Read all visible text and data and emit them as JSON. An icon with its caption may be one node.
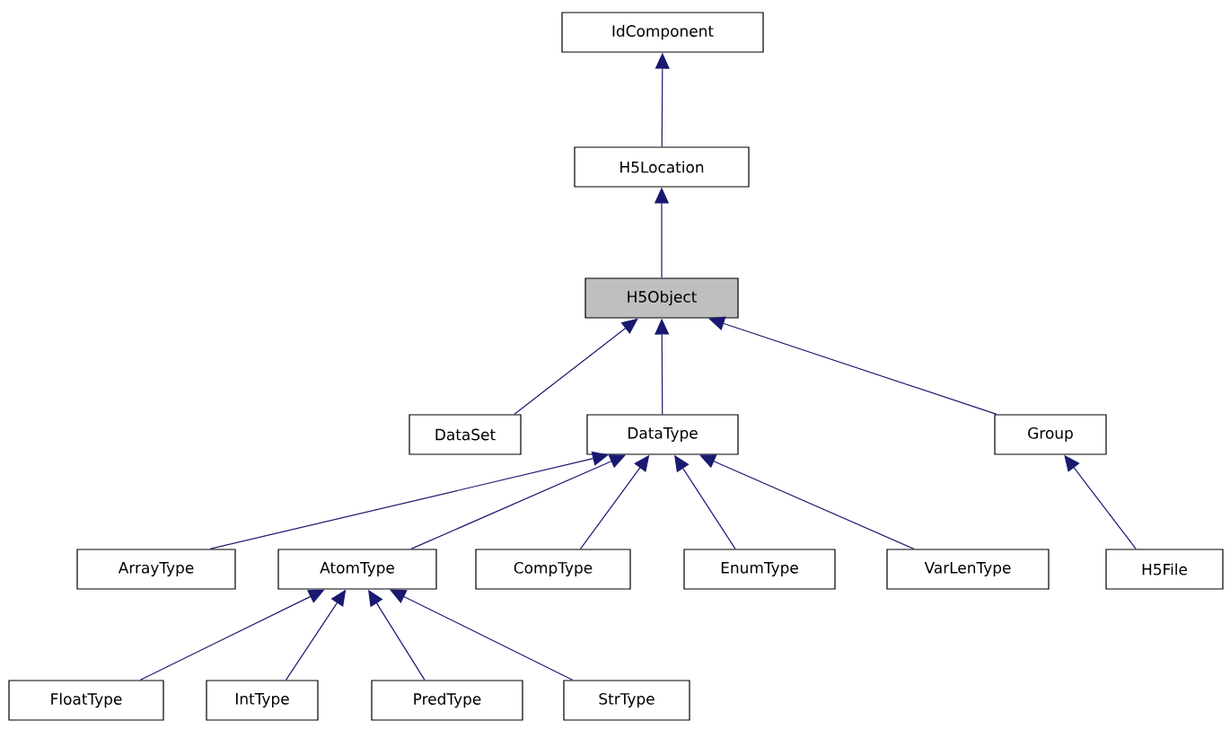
{
  "diagram": {
    "nodes": [
      {
        "text": [
          "IdComponent"
        ]
      },
      {
        "text": [
          "H5Location"
        ]
      },
      {
        "text": [
          "H5Object"
        ]
      },
      {
        "text": [
          "DataSet"
        ]
      },
      {
        "text": [
          "DataType"
        ]
      },
      {
        "text": [
          "Group"
        ]
      },
      {
        "text": [
          "ArrayType"
        ]
      },
      {
        "text": [
          "AtomType"
        ]
      },
      {
        "text": [
          "CompType"
        ]
      },
      {
        "text": [
          "EnumType"
        ]
      },
      {
        "text": [
          "VarLenType"
        ]
      },
      {
        "text": [
          "H5File"
        ]
      },
      {
        "text": [
          "FloatType"
        ]
      },
      {
        "text": [
          "IntType"
        ]
      },
      {
        "text": [
          "PredType"
        ]
      },
      {
        "text": [
          "StrType"
        ]
      }
    ],
    "edges": [
      {
        "from": 1,
        "to": 0,
        "arrow": "to"
      },
      {
        "from": 2,
        "to": 1,
        "arrow": "to"
      },
      {
        "from": 3,
        "to": 2,
        "arrow": "to"
      },
      {
        "from": 4,
        "to": 2,
        "arrow": "to"
      },
      {
        "from": 5,
        "to": 2,
        "arrow": "to"
      },
      {
        "from": 6,
        "to": 4,
        "arrow": "to"
      },
      {
        "from": 7,
        "to": 4,
        "arrow": "to"
      },
      {
        "from": 8,
        "to": 4,
        "arrow": "to"
      },
      {
        "from": 9,
        "to": 4,
        "arrow": "to"
      },
      {
        "from": 10,
        "to": 4,
        "arrow": "to"
      },
      {
        "from": 11,
        "to": 5,
        "arrow": "to"
      },
      {
        "from": 12,
        "to": 7,
        "arrow": "to"
      },
      {
        "from": 13,
        "to": 7,
        "arrow": "to"
      },
      {
        "from": 14,
        "to": 7,
        "arrow": "to"
      },
      {
        "from": 15,
        "to": 7,
        "arrow": "to"
      }
    ]
  }
}
